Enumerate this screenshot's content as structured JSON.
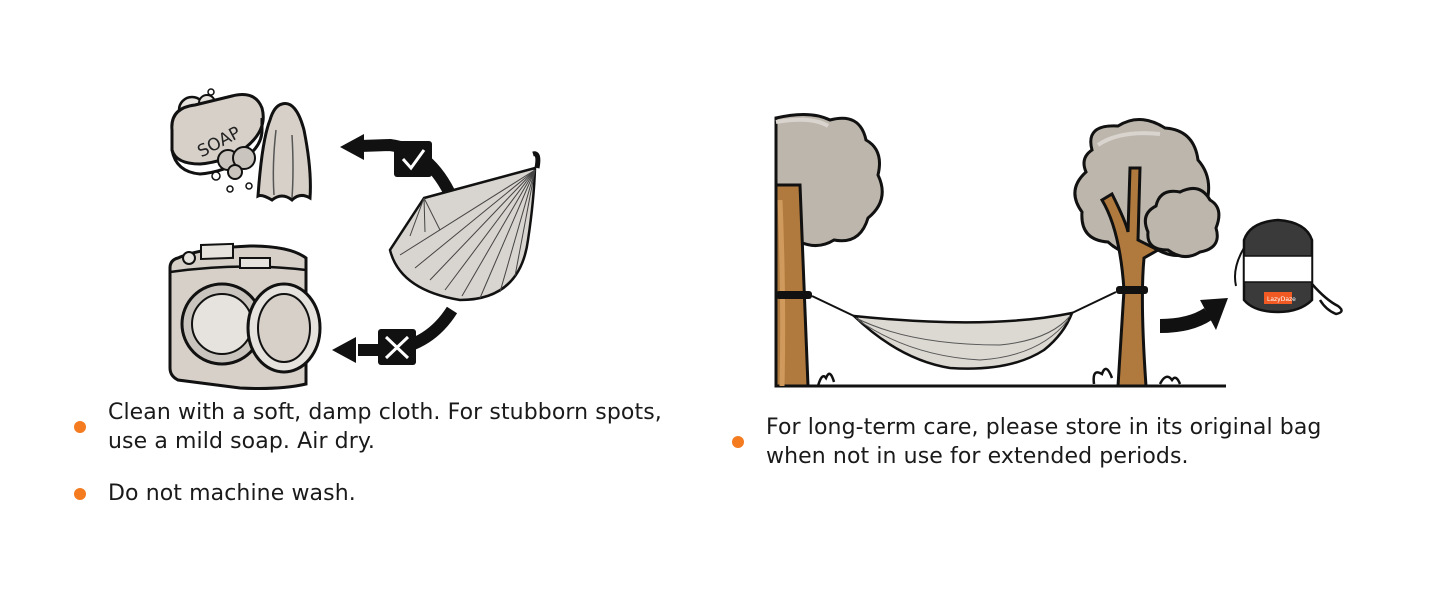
{
  "accent_color": "#f47b20",
  "colors": {
    "outline": "#111111",
    "foliage": "#bdb6ad",
    "foliage_highlight": "#d9d4ce",
    "trunk": "#b07a3e",
    "trunk_highlight": "#cf9a5c",
    "appliance": "#d6d0c9",
    "bag_dark": "#3a3a3a",
    "bag_label": "#f15a22"
  },
  "left_panel": {
    "icons": {
      "soap": {
        "text": "SOAP"
      },
      "allowed_mark": "check-icon",
      "forbidden_mark": "cross-icon"
    },
    "bullets": [
      {
        "lines": [
          "Clean with a soft, damp cloth. For stubborn spots,",
          "use a mild soap. Air dry."
        ]
      },
      {
        "lines": [
          "Do not machine wash."
        ]
      }
    ]
  },
  "right_panel": {
    "bag": {
      "label": "LazyDaze"
    },
    "bullets": [
      {
        "lines": [
          "For long-term care, please store in its original bag",
          "when not in use for extended periods."
        ]
      }
    ]
  }
}
